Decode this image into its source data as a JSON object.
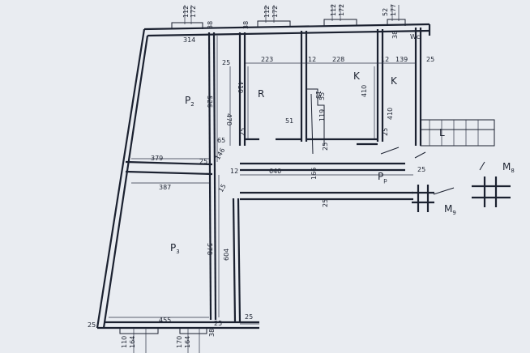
{
  "rooms": {
    "p2": "P",
    "p2_sub": "2",
    "p3": "P",
    "p3_sub": "3",
    "k1": "K",
    "k2": "K",
    "pp": "P",
    "pp_sub": "p",
    "r": "R",
    "m8": "M",
    "m8_sub": "8",
    "m9": "M",
    "m9_sub": "9",
    "wc": "Wc",
    "l": "L"
  },
  "dims": {
    "d314": "314",
    "d38a": "38",
    "d112a": "112",
    "d172a": "172",
    "d38b": "38",
    "d112b": "112",
    "d172b": "172",
    "d112c": "112",
    "d172c": "172",
    "d52": "52",
    "d177": "177",
    "d38c": "38",
    "d25a": "25",
    "d223": "223",
    "d12a": "12",
    "d228": "228",
    "d12b": "12",
    "d139": "139",
    "d25b": "25",
    "d526": "526",
    "d410a": "410",
    "d410b": "410",
    "d410c": "410",
    "d470": "470",
    "d65": "65",
    "d51": "51",
    "d15": "15",
    "d55": "55",
    "d119": "119",
    "d25c": "25",
    "d25d": "25",
    "d25e": "25",
    "d379": "379",
    "d25f": "25",
    "d146": "146",
    "d12c": "12",
    "d640": "640",
    "d166": "166",
    "d25g": "25",
    "d387": "387",
    "d15b": "15",
    "d578": "578",
    "d604": "604",
    "d25h": "25",
    "d25i": "25",
    "d455": "455",
    "d25j": "25",
    "d25k": "25",
    "d110": "110",
    "d164a": "164",
    "d170": "170",
    "d164b": "164",
    "d38d": "38"
  }
}
